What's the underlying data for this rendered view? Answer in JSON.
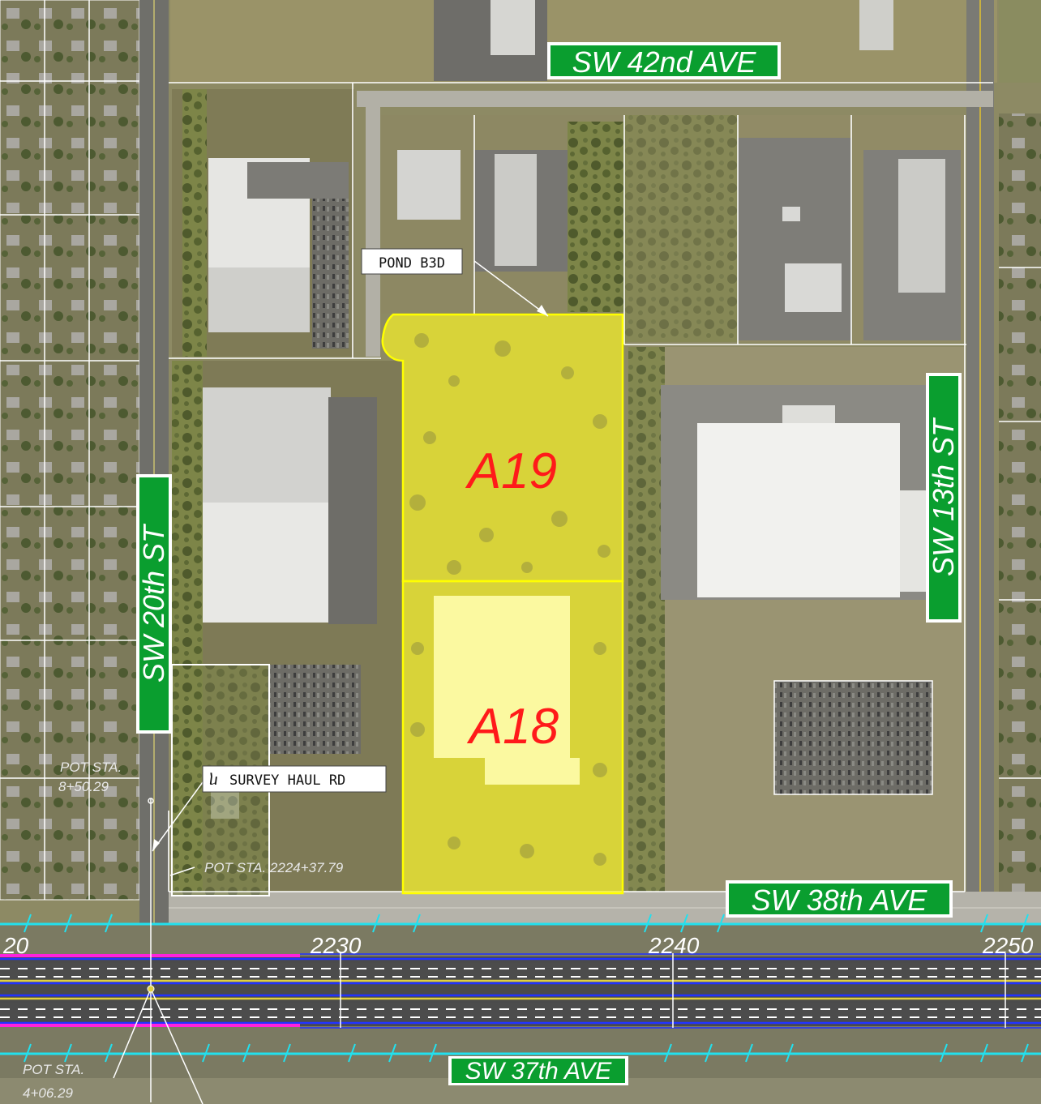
{
  "streets": {
    "sw_42nd": "SW 42nd AVE",
    "sw_38th": "SW 38th AVE",
    "sw_37th": "SW 37th AVE",
    "sw_20th": "SW 20th ST",
    "sw_13th": "SW 13th ST"
  },
  "parcels": {
    "a19": "A19",
    "a18": "A18"
  },
  "callouts": {
    "pond": "POND B3D",
    "survey_prefix": "ⴑ",
    "survey": "SURVEY HAUL RD"
  },
  "stations": {
    "pot_1_label": "POT STA.",
    "pot_1_value": "8+50.29",
    "pot_2": "POT STA. 2224+37.79",
    "pot_3_label": "POT STA.",
    "pot_3_value": "4+06.29",
    "tick_220": "20",
    "tick_2230": "2230",
    "tick_2240": "2240",
    "tick_2250": "2250"
  },
  "colors": {
    "parcel_fill": "#f5f028",
    "parcel_stroke": "#ffff00",
    "street_label_bg": "#0a9e2f",
    "parcel_text": "#ff1a1a",
    "row_line": "#22e0ee",
    "lane_line": "#2233ff",
    "edge_line": "#ff22dd"
  }
}
